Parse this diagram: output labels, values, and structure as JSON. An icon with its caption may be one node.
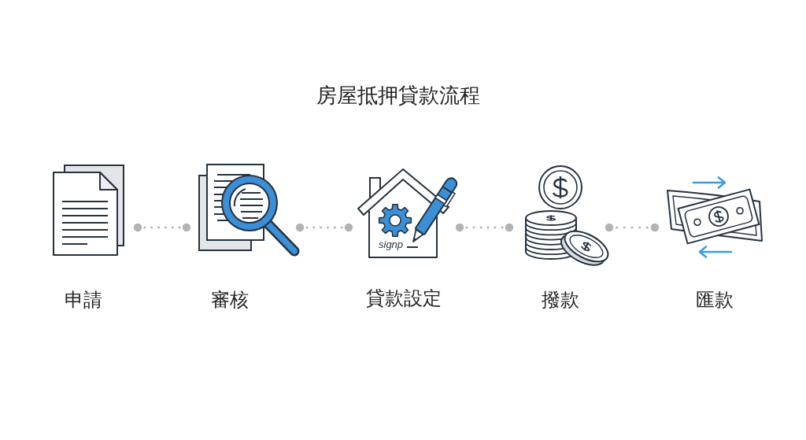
{
  "diagram": {
    "title": "房屋抵押貸款流程",
    "nodes": [
      {
        "text": [
          "申請"
        ]
      },
      {
        "text": [
          "審核"
        ]
      },
      {
        "text": [
          "貸款設定"
        ]
      },
      {
        "text": [
          "撥款"
        ]
      },
      {
        "text": [
          "匯款"
        ]
      }
    ],
    "edges": [
      {
        "from": 0,
        "to": 1,
        "arrow": "other",
        "style": "dashed"
      },
      {
        "from": 1,
        "to": 2,
        "arrow": "other",
        "style": "dashed"
      },
      {
        "from": 2,
        "to": 3,
        "arrow": "other",
        "style": "dashed"
      },
      {
        "from": 3,
        "to": 4,
        "arrow": "other",
        "style": "dashed"
      }
    ],
    "labels": [
      "signp"
    ]
  }
}
